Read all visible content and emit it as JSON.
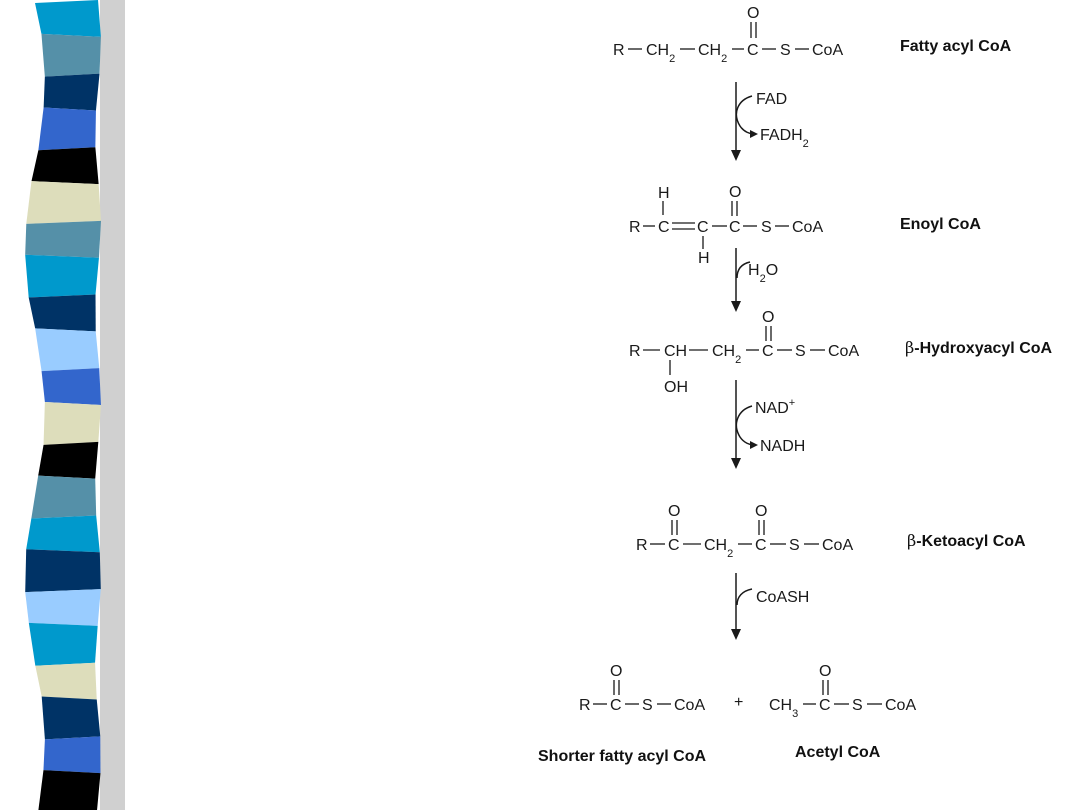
{
  "slide": {
    "stripe_colors": [
      "#0099cc",
      "#5590a8",
      "#003366",
      "#3366cc",
      "#000000",
      "#ddddbb",
      "#5590a8",
      "#0099cc",
      "#003366",
      "#99ccff",
      "#3366cc",
      "#ddddbb",
      "#000000",
      "#5590a8",
      "#0099cc",
      "#003366",
      "#99ccff",
      "#0099cc",
      "#ddddbb",
      "#003366",
      "#3366cc",
      "#000000"
    ]
  },
  "compounds": {
    "fatty_acyl": {
      "name": "Fatty acyl CoA",
      "formula": {
        "r": "R",
        "ch2a": "CH",
        "ch2a_sub": "2",
        "ch2b": "CH",
        "ch2b_sub": "2",
        "c": "C",
        "o": "O",
        "s": "S",
        "coa": "CoA"
      }
    },
    "enoyl": {
      "name": "Enoyl CoA",
      "formula": {
        "r": "R",
        "c1": "C",
        "c2": "C",
        "c3": "C",
        "h_top": "H",
        "h_bottom": "H",
        "o": "O",
        "s": "S",
        "coa": "CoA"
      }
    },
    "hydroxyacyl": {
      "name_prefix": "β",
      "name": "-Hydroxyacyl CoA",
      "formula": {
        "r": "R",
        "ch": "CH",
        "ch2": "CH",
        "ch2_sub": "2",
        "c": "C",
        "o": "O",
        "oh": "OH",
        "s": "S",
        "coa": "CoA"
      }
    },
    "ketoacyl": {
      "name_prefix": "β",
      "name": "-Ketoacyl CoA",
      "formula": {
        "r": "R",
        "c1": "C",
        "ch2": "CH",
        "ch2_sub": "2",
        "c2": "C",
        "o1": "O",
        "o2": "O",
        "s": "S",
        "coa": "CoA"
      }
    },
    "shorter": {
      "name": "Shorter fatty acyl CoA",
      "formula": {
        "r": "R",
        "c": "C",
        "o": "O",
        "s": "S",
        "coa": "CoA"
      }
    },
    "plus": "+",
    "acetyl": {
      "name": "Acetyl CoA",
      "formula": {
        "ch3": "CH",
        "ch3_sub": "3",
        "c": "C",
        "o": "O",
        "s": "S",
        "coa": "CoA"
      }
    }
  },
  "steps": [
    {
      "in": "FAD",
      "out": "FADH",
      "out_sub": "2"
    },
    {
      "in": "H",
      "in_sub": "2",
      "in_after": "O"
    },
    {
      "in": "NAD",
      "in_sup": "+",
      "out": "NADH"
    },
    {
      "in": "CoASH"
    }
  ]
}
